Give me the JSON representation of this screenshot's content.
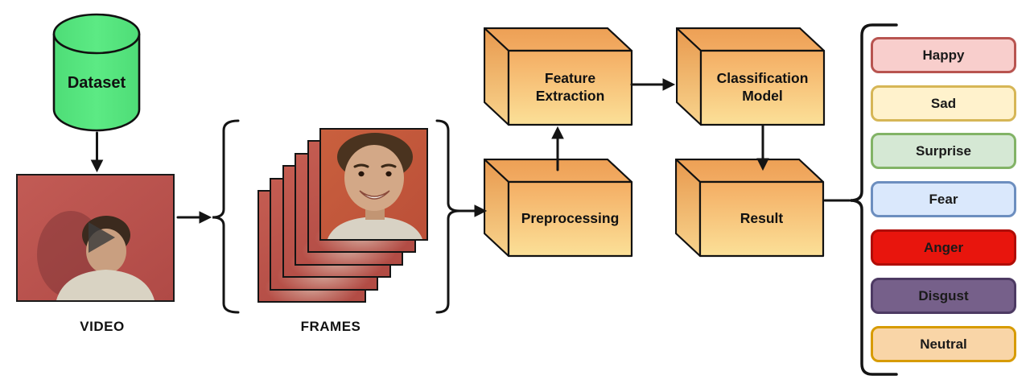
{
  "pipeline": {
    "dataset": {
      "label": "Dataset",
      "fill": "#53e47c",
      "stroke": "#111111"
    },
    "video": {
      "caption": "VIDEO"
    },
    "frames": {
      "caption": "FRAMES",
      "count": 6
    },
    "boxes": {
      "preprocessing": {
        "label": "Preprocessing"
      },
      "feature_extraction": {
        "label": "Feature\nExtraction"
      },
      "classification_model": {
        "label": "Classification\nModel"
      },
      "result": {
        "label": "Result"
      }
    },
    "box_colors": {
      "top": "#efa55c",
      "front_top": "#f4ad63",
      "front_bottom": "#fbe098",
      "side_top": "#e8994e",
      "side_bottom": "#f8d48d",
      "stroke": "#111111"
    },
    "connector_color": "#111111",
    "emotions": [
      {
        "label": "Happy",
        "fill": "#f8cecc",
        "stroke": "#b85450",
        "text_color": "#1a1a1a"
      },
      {
        "label": "Sad",
        "fill": "#fff2cc",
        "stroke": "#d6b656",
        "text_color": "#1a1a1a"
      },
      {
        "label": "Surprise",
        "fill": "#d5e8d4",
        "stroke": "#82b366",
        "text_color": "#1a1a1a"
      },
      {
        "label": "Fear",
        "fill": "#dae8fc",
        "stroke": "#6c8ebf",
        "text_color": "#1a1a1a"
      },
      {
        "label": "Anger",
        "fill": "#e8150d",
        "stroke": "#b00d06",
        "text_color": "#1a1a1a"
      },
      {
        "label": "Disgust",
        "fill": "#76608a",
        "stroke": "#4d3a63",
        "text_color": "#1a1a1a"
      },
      {
        "label": "Neutral",
        "fill": "#f9d5a7",
        "stroke": "#d79b00",
        "text_color": "#1a1a1a"
      }
    ]
  }
}
